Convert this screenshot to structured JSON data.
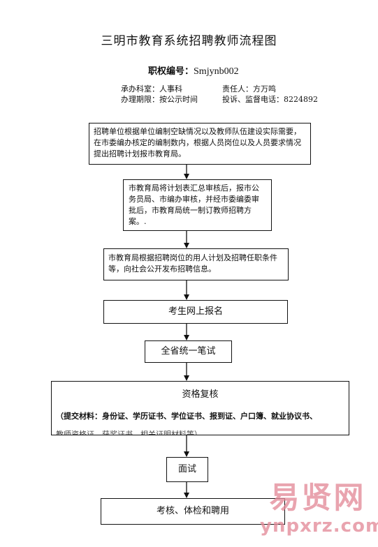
{
  "title": "三明市教育系统招聘教师流程图",
  "code": {
    "label": "职权编号：",
    "value": "Smjynb002"
  },
  "meta": {
    "dept": "承办科室：人事科",
    "owner": "责任人：方万鸣",
    "limit": "办理期限：按公示时间",
    "phone": "投诉、监督电话：8224892"
  },
  "steps": {
    "s1": "招聘单位根据单位编制空缺情况以及教师队伍建设实际需要，在市委编办核定的编制数内，根据人员岗位以及人员要求情况提出招聘计划报市教育局。",
    "s2": "市教育局将计划表汇总审核后，报市公务员局、市编办审核，并经市委编委审批后，市教育局统一制订教师招聘方案。.",
    "s3": "市教育局根据招聘岗位的用人计划及招聘任职条件等，向社会公开发布招聘信息。",
    "s4": "考生网上报名",
    "s5": "全省统一笔试",
    "s6_title": "资格复核",
    "s6_materials": "（提交材料：身份证、学历证书、学位证书、报到证、户口簿、就业协议书、",
    "s6_cut": "教师资格证、获奖证书、相关证明材料等）",
    "s7": "面试",
    "s8": "考核、体检和聘用"
  },
  "watermark": {
    "cn": "易贤网",
    "url": "ynpxrz.com"
  }
}
